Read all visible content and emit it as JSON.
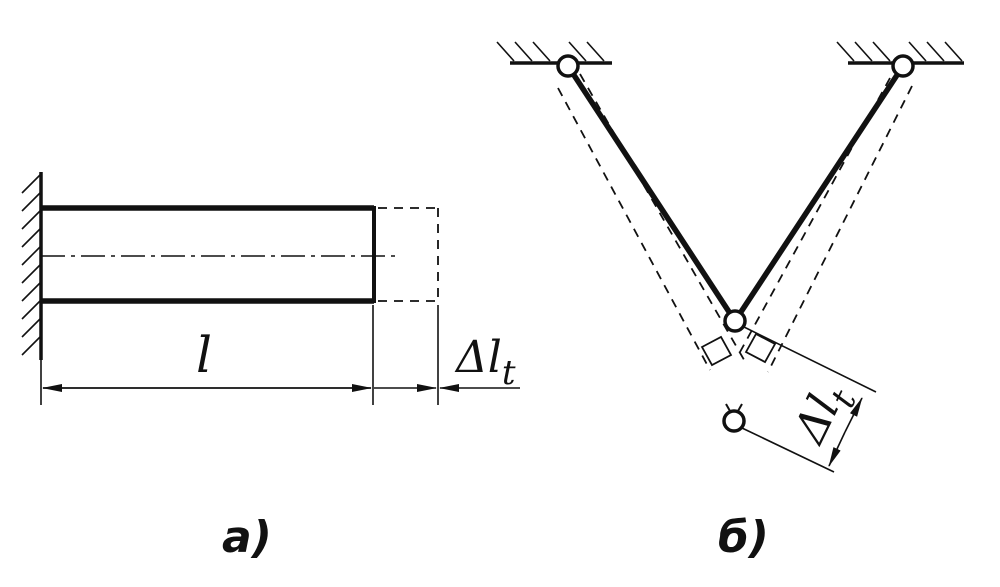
{
  "figure_a": {
    "length_label": "l",
    "elongation_label": "Δl",
    "elongation_subscript": "t",
    "caption": "а)"
  },
  "figure_b": {
    "elongation_label": "Δl",
    "elongation_subscript": "t",
    "caption": "б)"
  },
  "colors": {
    "ink": "#111111",
    "background": "#ffffff"
  }
}
